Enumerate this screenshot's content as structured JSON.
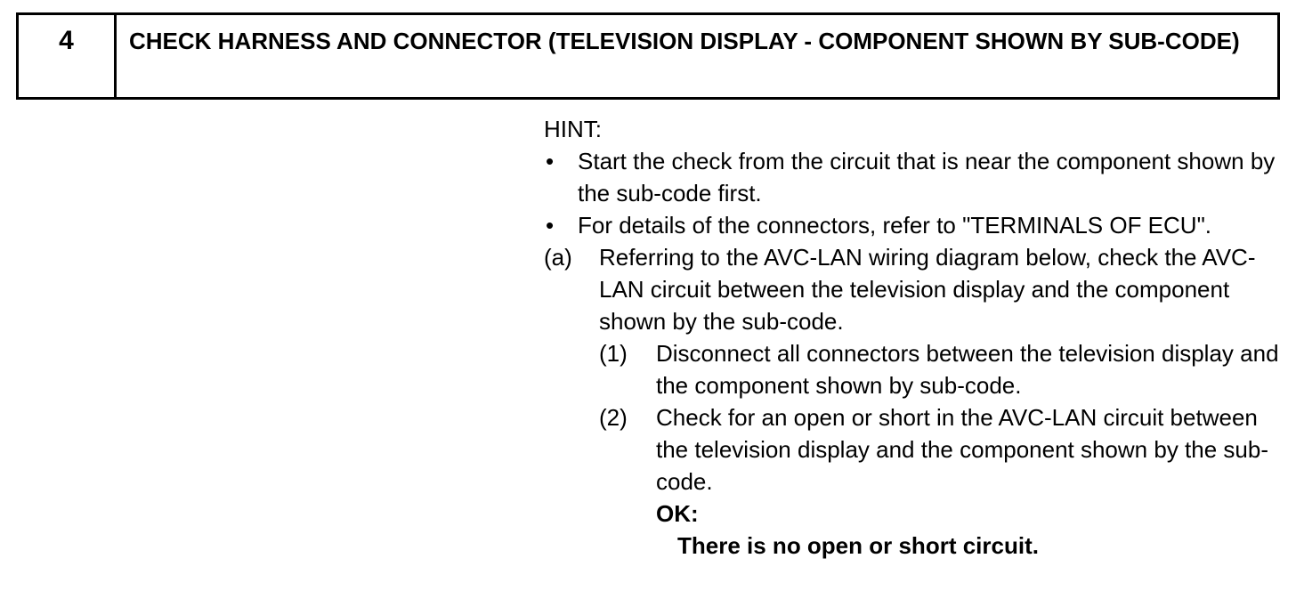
{
  "step": {
    "number": "4",
    "title": "CHECK HARNESS AND CONNECTOR (TELEVISION DISPLAY - COMPONENT SHOWN BY SUB-CODE)"
  },
  "hint": {
    "label": "HINT:",
    "bullets": [
      "Start the check from the circuit that is near the component shown by the sub-code first.",
      "For details of the connectors, refer to \"TERMINALS OF ECU\"."
    ]
  },
  "procedure": {
    "label": "(a)",
    "text": "Referring to the AVC-LAN wiring diagram below, check the AVC-LAN circuit between the television display and the component shown by the sub-code.",
    "steps": [
      {
        "label": "(1)",
        "text": "Disconnect all connectors between the television display and the component shown by sub-code."
      },
      {
        "label": "(2)",
        "text": "Check for an open or short in the AVC-LAN circuit between the television display and the component shown by the sub-code."
      }
    ],
    "ok_label": "OK:",
    "ok_text": "There is no open or short circuit."
  }
}
